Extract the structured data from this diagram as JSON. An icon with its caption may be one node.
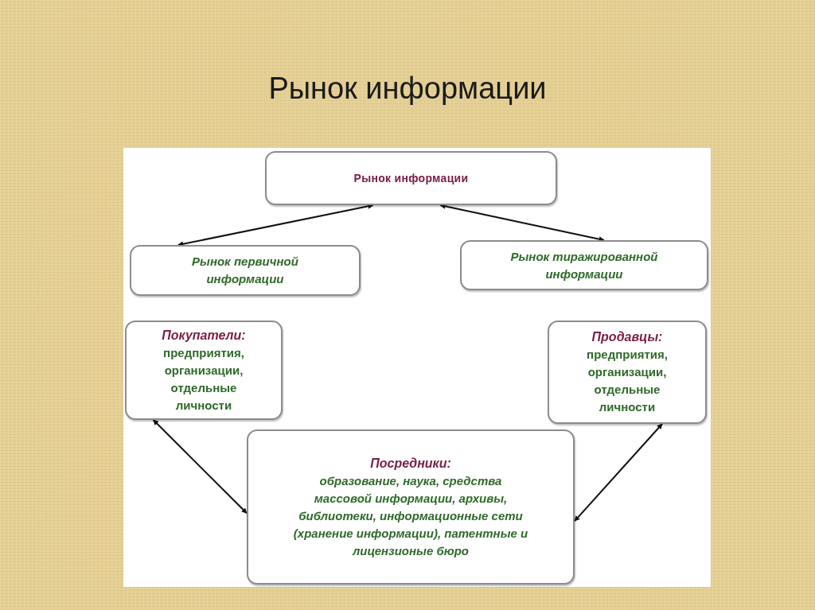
{
  "diagram": {
    "title": "Рынок информации",
    "nodes": [
      {
        "text": [
          "Рынок информации"
        ]
      },
      {
        "text": [
          "Рынок первичной информации"
        ]
      },
      {
        "text": [
          "Рынок тиражированной информации"
        ]
      },
      {
        "text": [
          "Покупатели:",
          "предприятия, организации, отдельные личности"
        ]
      },
      {
        "text": [
          "Продавцы:",
          "предприятия, организации, отдельные личности"
        ]
      },
      {
        "text": [
          "Посредники:",
          "образование, наука, средства массовой информации, архивы, библиотеки, информационные сети (хранение информации), патентные и лицензионые бюро"
        ]
      }
    ],
    "edges": [
      {
        "from": 0,
        "to": 1,
        "arrow": "both"
      },
      {
        "from": 0,
        "to": 2,
        "arrow": "both"
      },
      {
        "from": 3,
        "to": 5,
        "arrow": "both"
      },
      {
        "from": 4,
        "to": 5,
        "arrow": "both"
      }
    ]
  }
}
